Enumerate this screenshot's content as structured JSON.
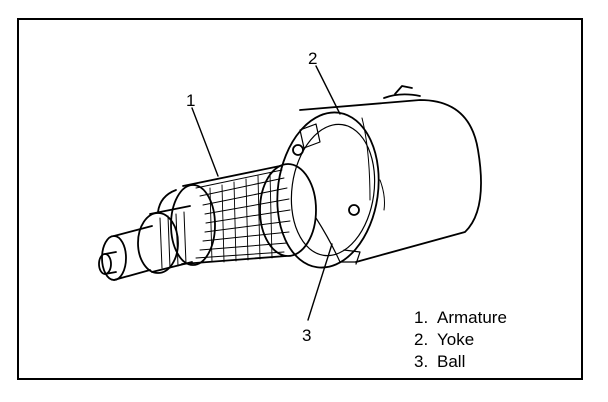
{
  "callouts": [
    {
      "id": "1",
      "text": "1"
    },
    {
      "id": "2",
      "text": "2"
    },
    {
      "id": "3",
      "text": "3"
    }
  ],
  "legend": [
    {
      "num": "1.",
      "label": "Armature"
    },
    {
      "num": "2.",
      "label": "Yoke"
    },
    {
      "num": "3.",
      "label": "Ball"
    }
  ],
  "colors": {
    "line": "#000000",
    "background": "#ffffff"
  }
}
